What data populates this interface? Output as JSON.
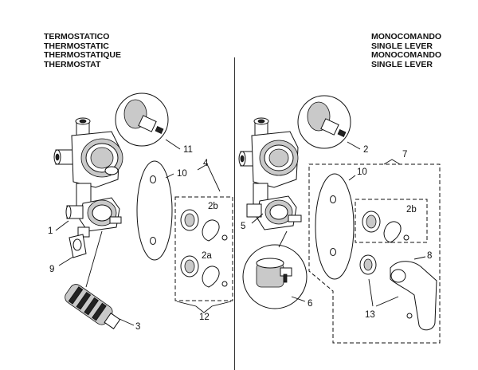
{
  "headers": {
    "left": [
      "TERMOSTATICO",
      "THERMOSTATIC",
      "THERMOSTATIQUE",
      "THERMOSTAT"
    ],
    "right": [
      "MONOCOMANDO",
      "SINGLE LEVER",
      "MONOCOMANDO",
      "SINGLE LEVER"
    ]
  },
  "callouts": {
    "left": {
      "c1": "1",
      "c3": "3",
      "c4": "4",
      "c9": "9",
      "c10": "10",
      "c11": "11",
      "c12": "12",
      "c2a": "2a",
      "c2b": "2b"
    },
    "right": {
      "c2": "2",
      "c5": "5",
      "c6": "6",
      "c7": "7",
      "c8": "8",
      "c10": "10",
      "c13": "13",
      "c2b": "2b"
    }
  }
}
